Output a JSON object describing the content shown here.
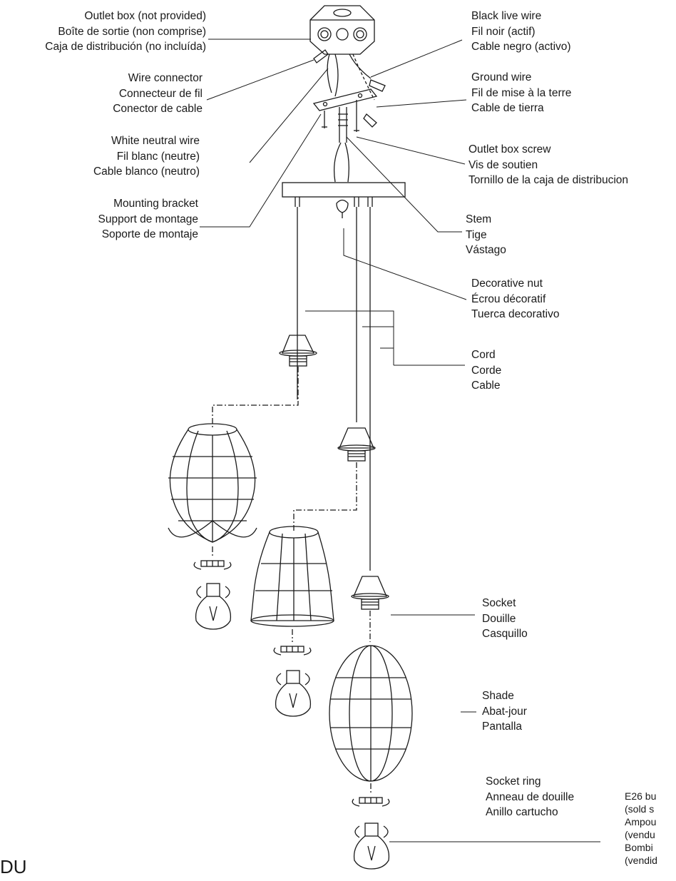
{
  "labels": {
    "outlet_box": [
      "Outlet box (not provided)",
      "Boîte de sortie (non comprise)",
      "Caja de distribución (no incluída)"
    ],
    "wire_connector": [
      "Wire connector",
      "Connecteur de fil",
      "Conector de cable"
    ],
    "white_neutral": [
      "White neutral wire",
      "Fil blanc (neutre)",
      "Cable blanco (neutro)"
    ],
    "mounting_bracket": [
      "Mounting bracket",
      "Support de montage",
      "Soporte de montaje"
    ],
    "black_live": [
      "Black live wire",
      "Fil noir (actif)",
      "Cable negro (activo)"
    ],
    "ground_wire": [
      "Ground wire",
      "Fil de mise à la terre",
      "Cable de tierra"
    ],
    "outlet_screw": [
      "Outlet box screw",
      "Vis de soutien",
      "Tornillo de la caja de distribucion"
    ],
    "stem": [
      "Stem",
      "Tige",
      "Vástago"
    ],
    "decorative_nut": [
      "Decorative nut",
      "Écrou décoratif",
      "Tuerca decorativo"
    ],
    "cord": [
      "Cord",
      "Corde",
      "Cable"
    ],
    "socket": [
      "Socket",
      "Douille",
      "Casquillo"
    ],
    "shade": [
      "Shade",
      "Abat-jour",
      "Pantalla"
    ],
    "socket_ring": [
      "Socket ring",
      "Anneau de douille",
      "Anillo cartucho"
    ],
    "bulb": [
      "E26 bu",
      "(sold s",
      "Ampou",
      "(vendu",
      "Bombi",
      "(vendid"
    ]
  },
  "corner_text": "DU"
}
